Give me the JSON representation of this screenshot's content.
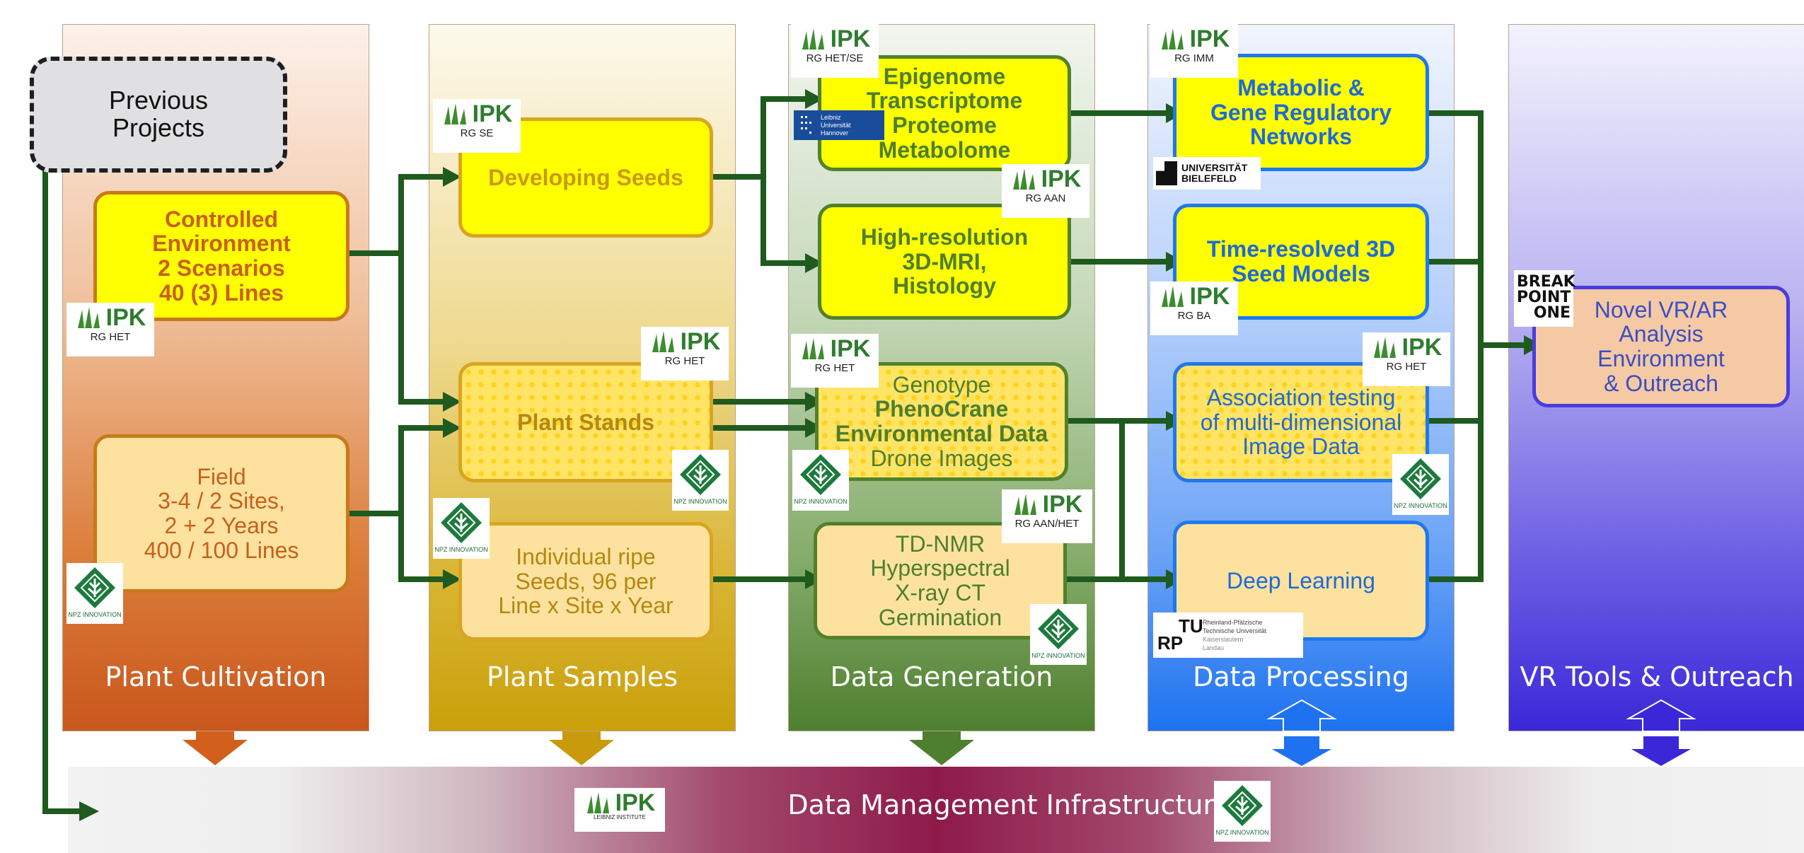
{
  "columns": {
    "cultivation": {
      "title": "Plant Cultivation",
      "color": "#c9571d"
    },
    "samples": {
      "title": "Plant Samples",
      "color": "#c9a10b"
    },
    "generation": {
      "title": "Data Generation",
      "color": "#4e7f2f"
    },
    "processing": {
      "title": "Data Processing",
      "color": "#1e72f0"
    },
    "vr": {
      "title": "VR Tools & Outreach",
      "color": "#3a28d8"
    }
  },
  "previous": {
    "lines": [
      "Previous",
      "Projects"
    ]
  },
  "controlled": {
    "lines": [
      "Controlled",
      "Environment",
      "2 Scenarios",
      "40 (3) Lines"
    ]
  },
  "field": {
    "lines": [
      "Field",
      "3-4 / 2 Sites,",
      "2 + 2 Years",
      "400 / 100 Lines"
    ]
  },
  "developing": {
    "lines": [
      "Developing Seeds"
    ]
  },
  "stands": {
    "lines": [
      "Plant Stands"
    ]
  },
  "ripe": {
    "lines": [
      "Individual ripe",
      "Seeds, 96 per",
      "Line x Site x Year"
    ]
  },
  "omics": {
    "lines": [
      "Epigenome",
      "Transcriptome",
      "Proteome",
      "Metabolome"
    ]
  },
  "mri": {
    "lines": [
      "High-resolution",
      "3D-MRI,",
      "Histology"
    ]
  },
  "pheno": {
    "lines": [
      "Genotype",
      "PhenoCrane",
      "Environmental Data",
      "Drone Images"
    ]
  },
  "tdnmr": {
    "lines": [
      "TD-NMR",
      "Hyperspectral",
      "X-ray CT",
      "Germination"
    ]
  },
  "metabolic": {
    "lines": [
      "Metabolic &",
      "Gene Regulatory",
      "Networks"
    ]
  },
  "timeres": {
    "lines": [
      "Time-resolved 3D",
      "Seed Models"
    ]
  },
  "assoc": {
    "lines": [
      "Association testing",
      "of multi-dimensional",
      "Image Data"
    ]
  },
  "deep": {
    "lines": [
      "Deep Learning"
    ]
  },
  "vrbox": {
    "lines": [
      "Novel VR/AR",
      "Analysis",
      "Environment",
      "& Outreach"
    ]
  },
  "dmi": {
    "title": "Data Management Infrastructure"
  },
  "logos": {
    "ipk_text": "IPK",
    "ipk_small": "LEIBNIZ INSTITUTE",
    "npz_caption": "NPZ INNOVATION",
    "rg_het": "RG HET",
    "rg_se": "RG SE",
    "rg_het_se": "RG HET/SE",
    "rg_aan": "RG AAN",
    "rg_aan_het": "RG AAN/HET",
    "rg_imm": "RG IMM",
    "rg_ba": "RG BA",
    "luh_lines": [
      "Leibniz",
      "Universität",
      "Hannover"
    ],
    "bielefeld_lines": [
      "UNIVERSITÄT",
      "BIELEFELD"
    ],
    "tu_rp": "RP",
    "tu_tu": "TU",
    "tu_lines": [
      "Rheinland-Pfälzische",
      "Technische Universität",
      "Kaiserslautern",
      "Landau"
    ],
    "breakpoint_lines": [
      "BREAK",
      "POINT",
      "ONE"
    ]
  },
  "colors": {
    "arrow": "#1f5a1f",
    "dmi_center": "#9c1c4e"
  }
}
